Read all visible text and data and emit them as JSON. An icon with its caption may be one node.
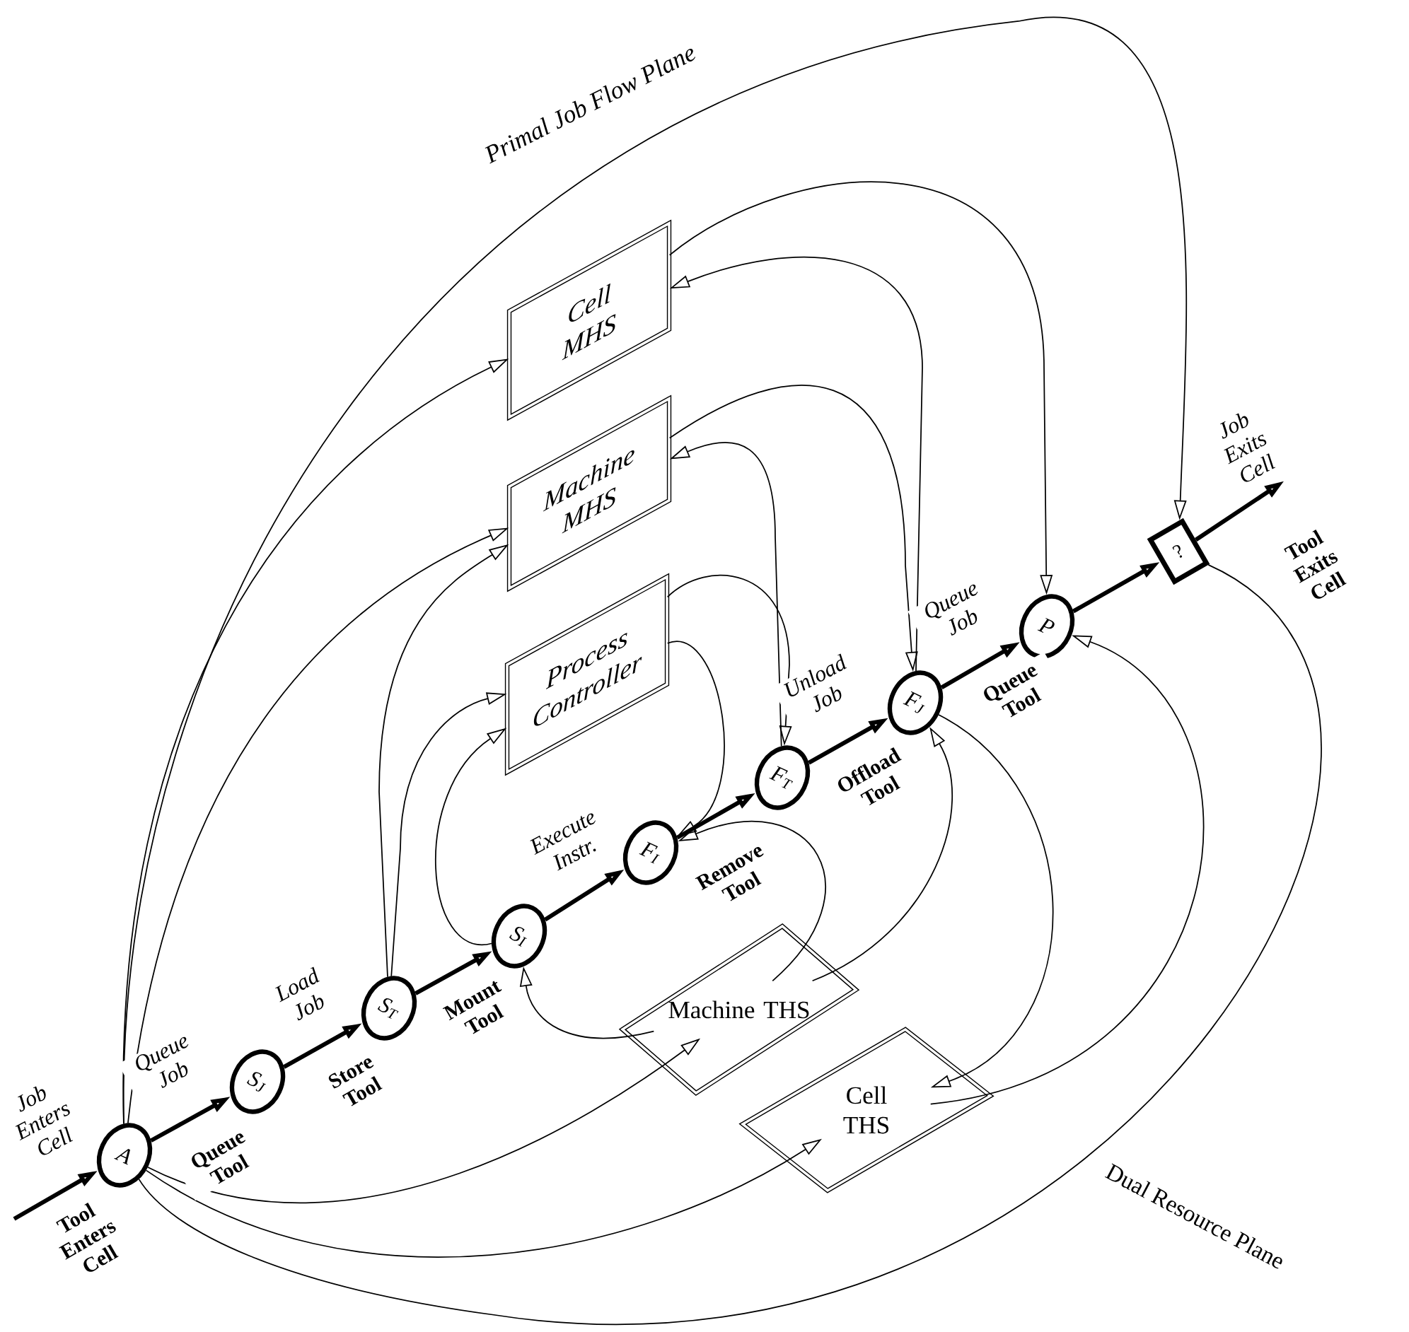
{
  "diagram": {
    "nodes": [
      {
        "text": [
          "A"
        ]
      },
      {
        "text": [
          "S$_{J}$"
        ]
      },
      {
        "text": [
          "S$_{T}$"
        ]
      },
      {
        "text": [
          "S$_{I}$"
        ]
      },
      {
        "text": [
          "F$_{I}$"
        ]
      },
      {
        "text": [
          "F$_{T}$"
        ]
      },
      {
        "text": [
          "F$_{J}$"
        ]
      },
      {
        "text": [
          "P"
        ]
      },
      {
        "text": [
          "?"
        ]
      },
      {
        "text": [
          "Cell MHS"
        ]
      },
      {
        "text": [
          "Machine MHS"
        ]
      },
      {
        "text": [
          "Process Controller"
        ]
      },
      {
        "text": [
          "Machine THS"
        ]
      },
      {
        "text": [
          "Cell THS"
        ]
      }
    ],
    "edges": [
      {
        "from": null,
        "to": 0,
        "arrow": "to",
        "label": "Job Enters Cell",
        "style": "thick"
      },
      {
        "from": 0,
        "to": 1,
        "arrow": "to",
        "label": "Queue Job",
        "style": "thick"
      },
      {
        "from": 1,
        "to": 2,
        "arrow": "to",
        "label": "Load Job",
        "style": "thick"
      },
      {
        "from": 2,
        "to": 3,
        "arrow": "to",
        "style": "thick"
      },
      {
        "from": 3,
        "to": 4,
        "arrow": "to",
        "label": "Execute Instr.",
        "style": "thick"
      },
      {
        "from": 4,
        "to": 5,
        "arrow": "to",
        "style": "thick"
      },
      {
        "from": 5,
        "to": 6,
        "arrow": "to",
        "label": "Unload Job",
        "style": "thick"
      },
      {
        "from": 6,
        "to": 7,
        "arrow": "to",
        "label": "Queue Job",
        "style": "thick"
      },
      {
        "from": 7,
        "to": 8,
        "arrow": "to",
        "style": "thick"
      },
      {
        "from": 8,
        "to": null,
        "arrow": "to",
        "label": "Job Exits Cell",
        "style": "thick"
      },
      {
        "from": 0,
        "to": 8,
        "arrow": "to"
      },
      {
        "from": 0,
        "to": 9,
        "arrow": "to"
      },
      {
        "from": 9,
        "to": 7,
        "arrow": "to"
      },
      {
        "from": 6,
        "to": 9,
        "arrow": "to"
      },
      {
        "from": 0,
        "to": 10,
        "arrow": "to"
      },
      {
        "from": 10,
        "to": 6,
        "arrow": "to"
      },
      {
        "from": 5,
        "to": 10,
        "arrow": "to"
      },
      {
        "from": 2,
        "to": 10,
        "arrow": "to"
      },
      {
        "from": 2,
        "to": 11,
        "arrow": "to"
      },
      {
        "from": 11,
        "to": 5,
        "arrow": "to"
      },
      {
        "from": 11,
        "to": 4,
        "arrow": "to"
      },
      {
        "from": 3,
        "to": 11,
        "arrow": "to"
      },
      {
        "from": 12,
        "to": 3,
        "arrow": "to"
      },
      {
        "from": 12,
        "to": 4,
        "arrow": "to"
      },
      {
        "from": 12,
        "to": 6,
        "arrow": "to"
      },
      {
        "from": 6,
        "to": 13,
        "arrow": "to"
      },
      {
        "from": 0,
        "to": 12,
        "arrow": "to"
      },
      {
        "from": 0,
        "to": 13,
        "arrow": "to"
      },
      {
        "from": 13,
        "to": 7,
        "arrow": "to"
      },
      {
        "from": 8,
        "to": 0,
        "arrow": "none"
      }
    ],
    "labels": [
      "Primal Job Flow Plane",
      "Tool Exits Cell",
      "Queue Tool",
      "Offload Tool",
      "Remove Tool",
      "Mount Tool",
      "Store Tool",
      "Queue Tool",
      "Tool Enters Cell",
      "Dual Resource Plane"
    ]
  }
}
